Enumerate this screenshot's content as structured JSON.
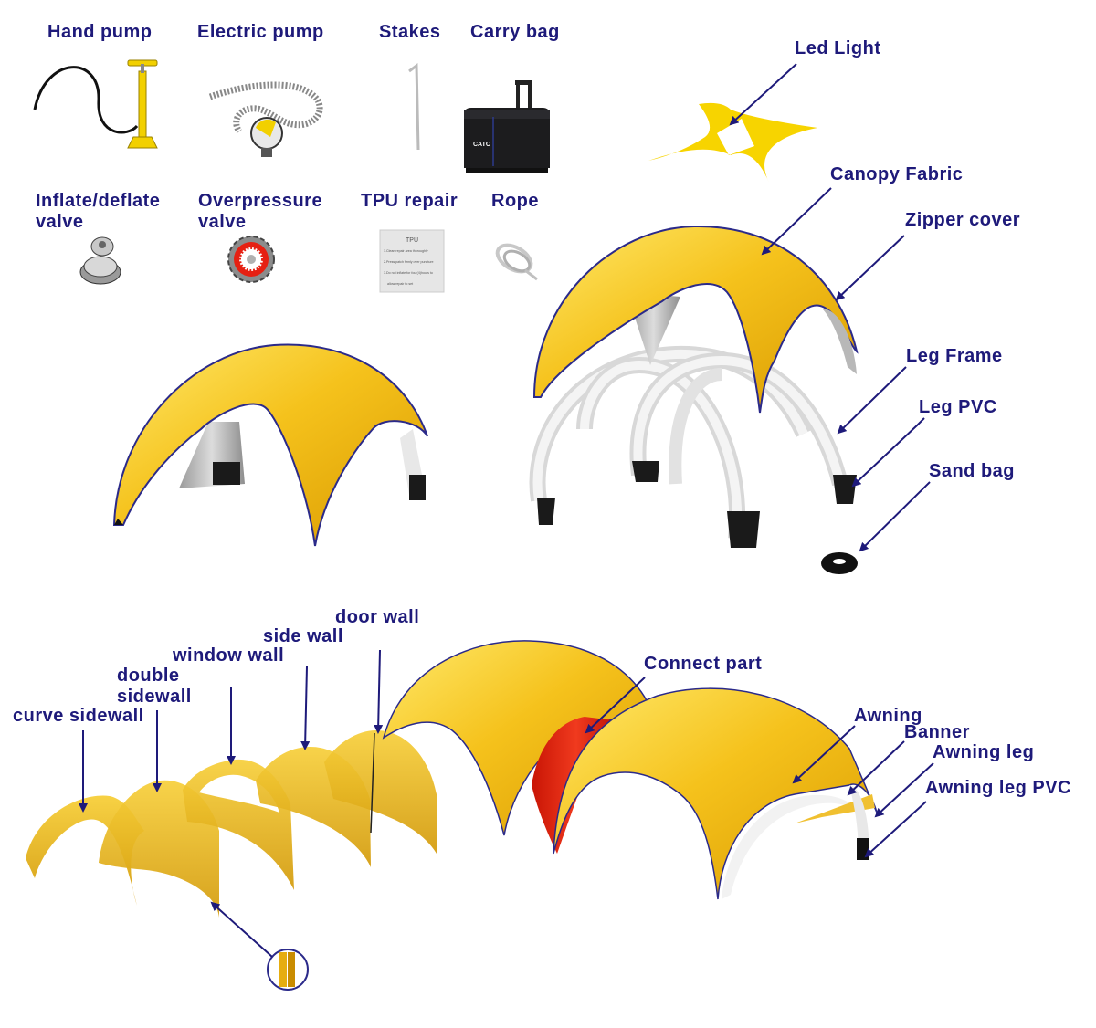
{
  "accessories": {
    "hand_pump": "Hand pump",
    "electric_pump": "Electric pump",
    "stakes": "Stakes",
    "carry_bag": "Carry bag",
    "inflate_valve": "Inflate/deflate\nvalve",
    "overpressure_valve": "Overpressure\nvalve",
    "tpu_repair": "TPU repair",
    "rope": "Rope"
  },
  "tpu_card": {
    "title": "TPU",
    "line1": "1.Clean repair area thoroughly",
    "line2": "2.Press patch firmly over puncture",
    "line3": "3.Do not inflate for four(4)hours to",
    "line4": "allow repair to set"
  },
  "bag_brand": "CATC",
  "components": {
    "led_light": "Led Light",
    "canopy_fabric": "Canopy Fabric",
    "zipper_cover": "Zipper cover",
    "leg_frame": "Leg Frame",
    "leg_pvc": "Leg PVC",
    "sand_bag": "Sand bag"
  },
  "walls": {
    "door_wall": "door wall",
    "side_wall": "side wall",
    "window_wall": "window wall",
    "double_sidewall": "double\nsidewall",
    "curve_sidewall": "curve sidewall"
  },
  "extras": {
    "connect_part": "Connect part",
    "awning": "Awning",
    "banner": "Banner",
    "awning_leg": "Awning leg",
    "awning_leg_pvc": "Awning leg PVC"
  },
  "colors": {
    "label": "#1e1a7a",
    "canopy": "#f2b800",
    "connector": "#e02010",
    "frame": "#e9e9e9"
  }
}
